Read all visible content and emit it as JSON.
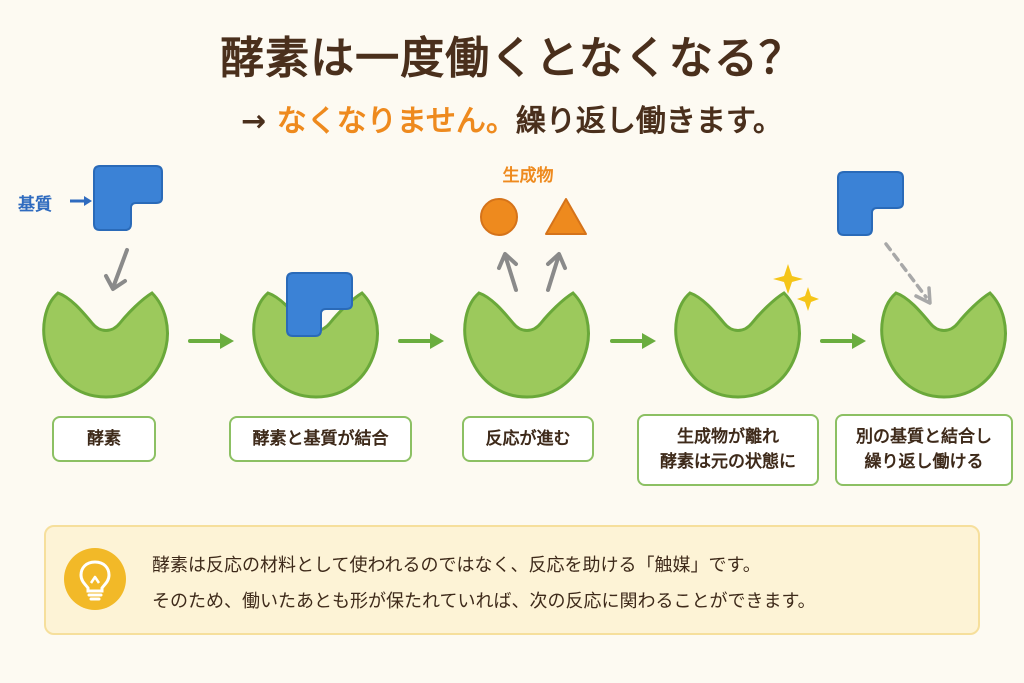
{
  "header": {
    "title": "酵素は一度働くとなくなる？",
    "subtitle_arrow": "→",
    "subtitle_answer": "なくなりません。",
    "subtitle_rest": "繰り返し働きます。"
  },
  "labels": {
    "substrate": "基質",
    "product": "生成物"
  },
  "steps": [
    {
      "line1": "酵素",
      "line2": ""
    },
    {
      "line1": "酵素と基質が結合",
      "line2": ""
    },
    {
      "line1": "反応が進む",
      "line2": ""
    },
    {
      "line1": "生成物が離れ",
      "line2": "酵素は元の状態に"
    },
    {
      "line1": "別の基質と結合し",
      "line2": "繰り返し働ける"
    }
  ],
  "note": {
    "icon": "lightbulb-icon",
    "line1": "酵素は反応の材料として使われるのではなく、反応を助ける「触媒」です。",
    "line2": "そのため、働いたあとも形が保たれていれば、次の反応に関わることができます。"
  },
  "colors": {
    "enzyme_fill": "#9cc95c",
    "enzyme_stroke": "#6aa83a",
    "substrate": "#3b82d6",
    "product": "#ee8a1e",
    "step_arrow": "#6aad3f",
    "title": "#4a2f1c",
    "accent": "#ee8a1e",
    "sparkle": "#f5c518",
    "note_bg": "#fdf3d6",
    "note_icon": "#f2b928"
  }
}
